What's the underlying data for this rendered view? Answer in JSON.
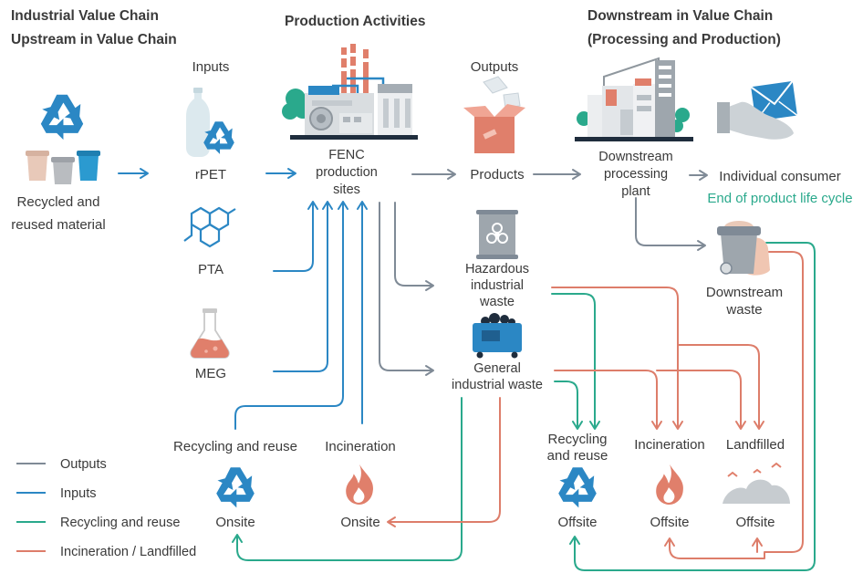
{
  "headers": {
    "industrial_value_chain": "Industrial Value Chain",
    "upstream": "Upstream in Value Chain",
    "production_activities": "Production Activities",
    "downstream_line1": "Downstream in Value Chain",
    "downstream_line2": "(Processing and Production)"
  },
  "nodes": {
    "recycled_line1": "Recycled and",
    "recycled_line2": "reused material",
    "inputs": "Inputs",
    "rpet": "rPET",
    "pta": "PTA",
    "meg": "MEG",
    "fenc_line1": "FENC",
    "fenc_line2": "production",
    "fenc_line3": "sites",
    "outputs": "Outputs",
    "products": "Products",
    "downstream_plant_line1": "Downstream",
    "downstream_plant_line2": "processing",
    "downstream_plant_line3": "plant",
    "individual_consumer": "Individual consumer",
    "end_of_life": "End of product life cycle",
    "hazardous_line1": "Hazardous",
    "hazardous_line2": "industrial",
    "hazardous_line3": "waste",
    "general_line1": "General",
    "general_line2": "industrial waste",
    "downstream_waste_line1": "Downstream",
    "downstream_waste_line2": "waste",
    "onsite_recycling_title": "Recycling and reuse",
    "onsite_incineration_title": "Incineration",
    "onsite_recycling_sub": "Onsite",
    "onsite_incineration_sub": "Onsite",
    "offsite_recycling_line1": "Recycling",
    "offsite_recycling_line2": "and reuse",
    "offsite_incineration_title": "Incineration",
    "offsite_landfilled_title": "Landfilled",
    "offsite_recycling_sub": "Offsite",
    "offsite_incineration_sub": "Offsite",
    "offsite_landfilled_sub": "Offsite"
  },
  "legend": [
    {
      "label": "Outputs",
      "color": "#7f8a96"
    },
    {
      "label": "Inputs",
      "color": "#2b87c4"
    },
    {
      "label": "Recycling and reuse",
      "color": "#2aa98c"
    },
    {
      "label": "Incineration / Landfilled",
      "color": "#dd7d6a"
    }
  ],
  "colors": {
    "outputs": "#7f8a96",
    "inputs": "#2b87c4",
    "recycling": "#2aa98c",
    "incineration": "#dd7d6a",
    "text": "#3a3a3a"
  },
  "icons": {
    "recycled_material": "recycle-bins-icon",
    "rpet": "bottle-recycle-icon",
    "pta": "hexagon-molecule-icon",
    "meg": "flask-icon",
    "fenc": "factory-icon",
    "products": "box-icon",
    "downstream_plant": "plant-icon",
    "individual_consumer": "hand-envelope-icon",
    "hazardous": "biohazard-barrel-icon",
    "general": "dumpster-icon",
    "downstream_waste": "trash-can-icon",
    "onsite_recycling": "recycle-icon",
    "onsite_incineration": "fire-icon",
    "offsite_recycling": "recycle-icon",
    "offsite_incineration": "fire-icon",
    "offsite_landfilled": "landfill-icon"
  }
}
